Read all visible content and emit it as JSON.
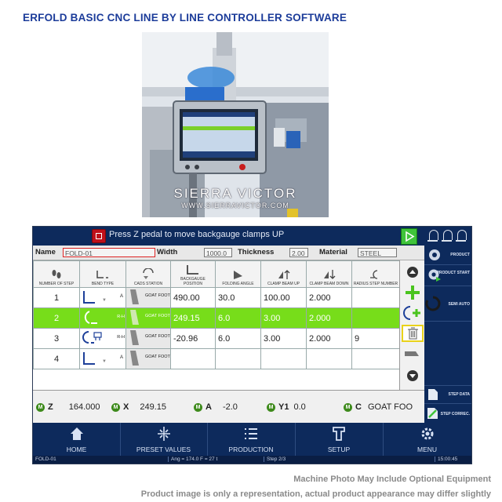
{
  "page_title": "ERFOLD BASIC CNC LINE BY LINE CONTROLLER SOFTWARE",
  "photo": {
    "watermark_brand": "SIERRA VICTOR",
    "watermark_url": "WWW.SIERRAVICTOR.COM"
  },
  "captions": {
    "line1": "Machine Photo May Include Optional Equipment",
    "line2": "Product image is only a representation, actual product appearance may differ slightly"
  },
  "ui": {
    "message": "Press Z pedal to move backgauge clamps UP",
    "info": {
      "name_label": "Name",
      "name_value": "FOLD-01",
      "width_label": "Width",
      "width_value": "1000.0",
      "thickness_label": "Thickness",
      "thickness_value": "2.00",
      "material_label": "Material",
      "material_value": "STEEL"
    },
    "columns": [
      "NUMBER OF STEP",
      "BEND TYPE",
      "CADS STATION",
      "BACKGAUGE POSITION",
      "FOLDING ANGLE",
      "CLAMP BEAM UP",
      "CLAMP BEAM DOWN",
      "RADIUS STEP NUMBER"
    ],
    "rows": [
      {
        "step": "1",
        "bend_code": "A",
        "tool": "GOAT FOOT",
        "backgauge": "490.00",
        "angle": "30.0",
        "clamp_up": "100.00",
        "clamp_down": "2.000",
        "radius": ""
      },
      {
        "step": "2",
        "bend_code": "R-H",
        "tool": "GOAT FOOT",
        "backgauge": "249.15",
        "angle": "6.0",
        "clamp_up": "3.00",
        "clamp_down": "2.000",
        "radius": ""
      },
      {
        "step": "3",
        "bend_code": "R-H",
        "tool": "GOAT FOOT",
        "backgauge": "-20.96",
        "angle": "6.0",
        "clamp_up": "3.00",
        "clamp_down": "2.000",
        "radius": "9"
      },
      {
        "step": "4",
        "bend_code": "A",
        "tool": "GOAT FOOT",
        "backgauge": "",
        "angle": "",
        "clamp_up": "",
        "clamp_down": "",
        "radius": ""
      }
    ],
    "right_panel": {
      "product": "PRODUCT",
      "product_start": "PRODUCT START",
      "semi_auto": "SEMI AUTO",
      "step_data": "STEP DATA",
      "step_correc": "STEP CORREC."
    },
    "axes": [
      {
        "name": "Z",
        "value": "164.000"
      },
      {
        "name": "X",
        "value": "249.15"
      },
      {
        "name": "A",
        "value": "-2.0"
      },
      {
        "name": "Y1",
        "value": "0.0"
      },
      {
        "name": "C",
        "value": "GOAT FOO"
      }
    ],
    "axis_badge": "M",
    "nav": [
      "HOME",
      "PRESET VALUES",
      "PRODUCTION",
      "SETUP",
      "MENU"
    ],
    "footer": {
      "name": "FOLD-01",
      "angle_info": "Ang = 174.0  F = 27 t",
      "step_info": "Step 2/3",
      "time": "15:00:45"
    },
    "colors": {
      "navy": "#0d2a5c",
      "selected_row": "#77dd1a",
      "stop_red": "#c0101a",
      "start_green": "#3fc43a"
    }
  }
}
